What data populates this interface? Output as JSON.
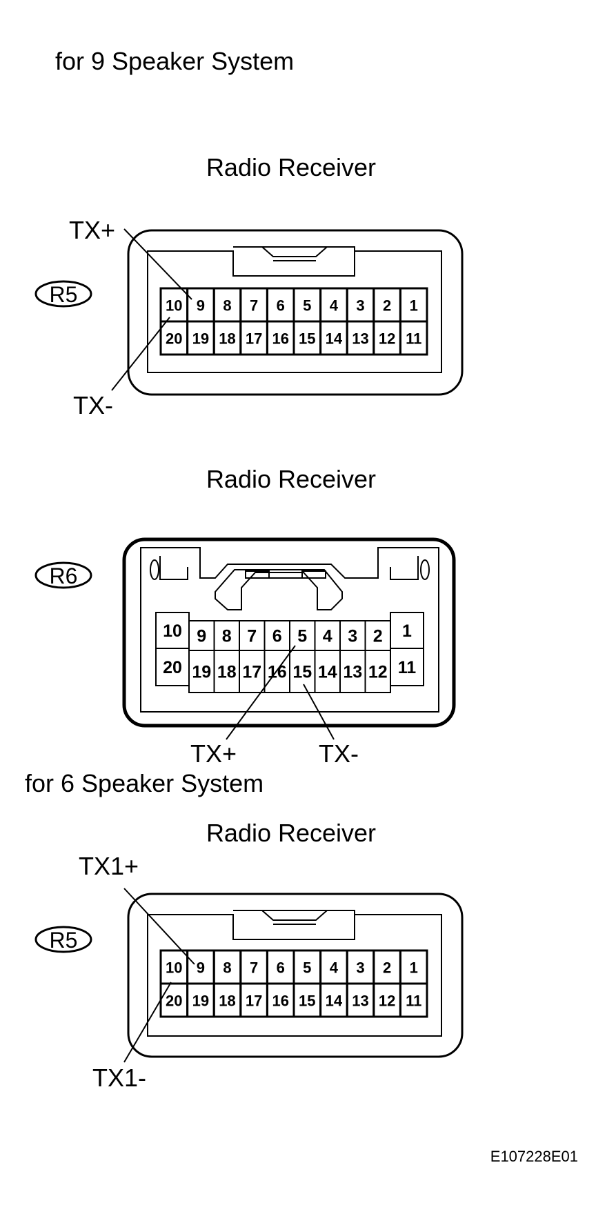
{
  "header_9": "for 9 Speaker System",
  "header_6": "for 6 Speaker System",
  "figure_id": "E107228E01",
  "connectors": [
    {
      "title": "Radio Receiver",
      "code": "R5",
      "label_a": "TX+",
      "label_b": "TX-",
      "top_row": [
        "10",
        "9",
        "8",
        "7",
        "6",
        "5",
        "4",
        "3",
        "2",
        "1"
      ],
      "bottom_row": [
        "20",
        "19",
        "18",
        "17",
        "16",
        "15",
        "14",
        "13",
        "12",
        "11"
      ]
    },
    {
      "title": "Radio Receiver",
      "code": "R6",
      "label_a": "TX+",
      "label_b": "TX-",
      "top_row": [
        "10",
        "9",
        "8",
        "7",
        "6",
        "5",
        "4",
        "3",
        "2",
        "1"
      ],
      "bottom_row": [
        "20",
        "19",
        "18",
        "17",
        "16",
        "15",
        "14",
        "13",
        "12",
        "11"
      ]
    },
    {
      "title": "Radio Receiver",
      "code": "R5",
      "label_a": "TX1+",
      "label_b": "TX1-",
      "top_row": [
        "10",
        "9",
        "8",
        "7",
        "6",
        "5",
        "4",
        "3",
        "2",
        "1"
      ],
      "bottom_row": [
        "20",
        "19",
        "18",
        "17",
        "16",
        "15",
        "14",
        "13",
        "12",
        "11"
      ]
    }
  ]
}
